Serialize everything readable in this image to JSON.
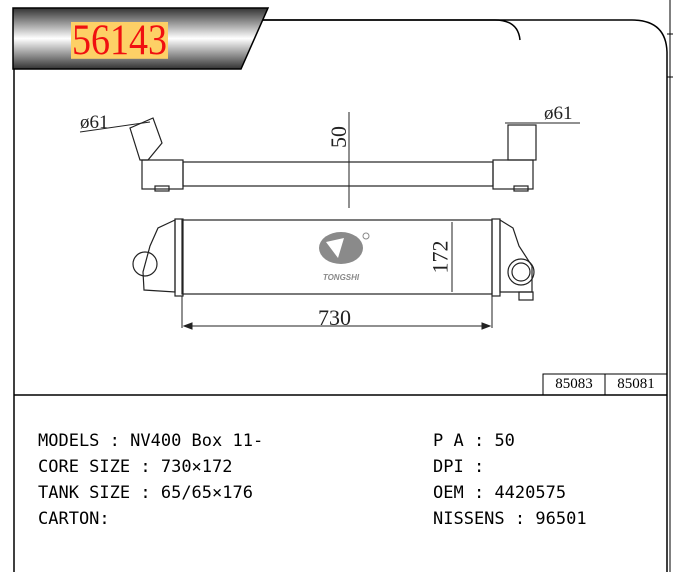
{
  "title": {
    "part_number": "56143"
  },
  "drawing": {
    "dim_inlet_left": "ø61",
    "dim_inlet_right": "ø61",
    "dim_thickness": "50",
    "dim_height": "172",
    "dim_width": "730",
    "logo_text": "TONGSHI"
  },
  "refs": [
    "85083",
    "85081"
  ],
  "specs_left": [
    {
      "label": "MODELS",
      "value": "NV400 Box 11-"
    },
    {
      "label": "CORE SIZE",
      "value": "730×172"
    },
    {
      "label": "TANK SIZE",
      "value": "65/65×176"
    },
    {
      "label": "CARTON:",
      "value": ""
    }
  ],
  "specs_right": [
    {
      "label": "P A",
      "value": "50"
    },
    {
      "label": "DPI",
      "value": ""
    },
    {
      "label": "OEM",
      "value": "4420575"
    },
    {
      "label": "NISSENS",
      "value": "96501"
    }
  ]
}
